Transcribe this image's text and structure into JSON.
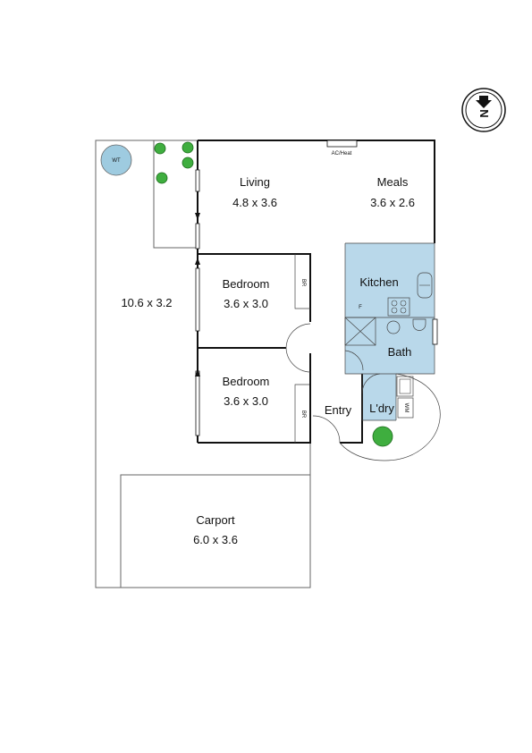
{
  "compass": {
    "label": "N",
    "icon": "north-arrow-icon"
  },
  "rooms": {
    "living": {
      "name": "Living",
      "dims": "4.8 x 3.6"
    },
    "meals": {
      "name": "Meals",
      "dims": "3.6 x 2.6"
    },
    "kitchen": {
      "name": "Kitchen"
    },
    "bath": {
      "name": "Bath"
    },
    "laundry": {
      "name": "L'dry"
    },
    "entry": {
      "name": "Entry"
    },
    "bedroom1": {
      "name": "Bedroom",
      "dims": "3.6 x 3.0"
    },
    "bedroom2": {
      "name": "Bedroom",
      "dims": "3.6 x 3.0"
    },
    "yard": {
      "dims": "10.6 x 3.2"
    },
    "carport": {
      "name": "Carport",
      "dims": "6.0 x 3.6"
    }
  },
  "fixtures": {
    "ac_heat": "AC/Heat",
    "water_tank": "WT",
    "robe1": "BR",
    "robe2": "BR",
    "fridge": "F",
    "washing_machine": "WM"
  },
  "colors": {
    "wet_area": "#b9d8ea",
    "tree": "#3fae3f",
    "water_tank": "#9ecbe0",
    "wall": "#111111"
  }
}
